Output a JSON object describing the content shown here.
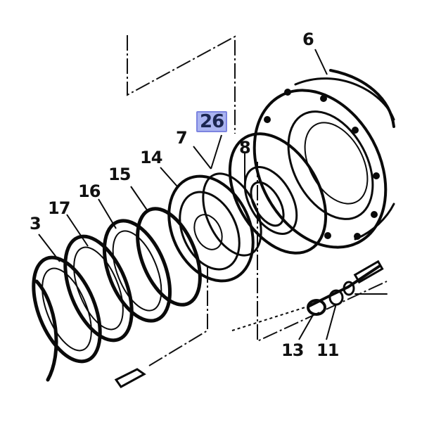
{
  "diagram": {
    "type": "exploded-parts-diagram",
    "subject": "hub / brake drum assembly with rings and shoes",
    "background_color": "#ffffff",
    "line_color": "#0a0a0a",
    "highlight": {
      "label": "26",
      "fill_color": "#aab4f0",
      "border_color": "#7c84e0",
      "text_color": "#1b2650"
    },
    "part_labels": [
      {
        "id": "6",
        "text": "6"
      },
      {
        "id": "26",
        "text": "26"
      },
      {
        "id": "7",
        "text": "7"
      },
      {
        "id": "8",
        "text": "8"
      },
      {
        "id": "14",
        "text": "14"
      },
      {
        "id": "15",
        "text": "15"
      },
      {
        "id": "16",
        "text": "16"
      },
      {
        "id": "17",
        "text": "17"
      },
      {
        "id": "3",
        "text": "3"
      },
      {
        "id": "13",
        "text": "13"
      },
      {
        "id": "11",
        "text": "11"
      }
    ]
  }
}
